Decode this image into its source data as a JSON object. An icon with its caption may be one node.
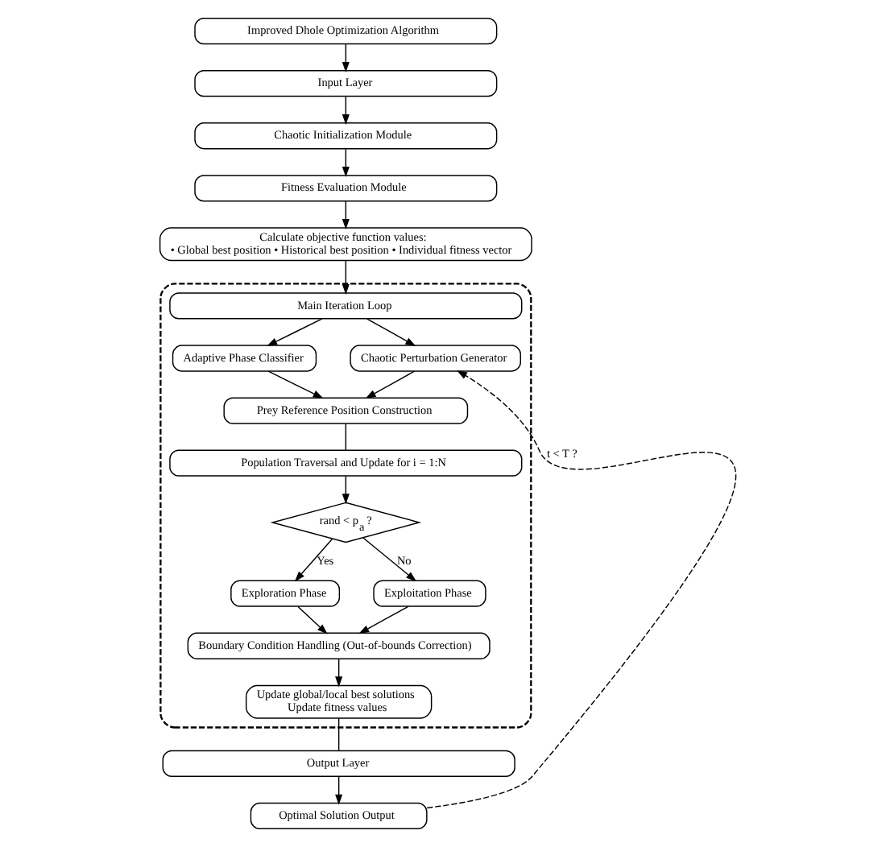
{
  "diagram": {
    "nodes": [
      {
        "text": [
          "Improved Dhole Optimization Algorithm"
        ]
      },
      {
        "text": [
          "Input Layer"
        ]
      },
      {
        "text": [
          "Chaotic Initialization Module"
        ]
      },
      {
        "text": [
          "Fitness Evaluation Module"
        ]
      },
      {
        "text": [
          "Calculate objective function values:",
          "• Global best position • Historical best position • Individual fitness vector"
        ]
      },
      {
        "text": [],
        "shape": "box"
      },
      {
        "text": [
          "Main Iteration Loop"
        ],
        "in": 5
      },
      {
        "text": [
          "Adaptive Phase Classifier"
        ],
        "in": 5
      },
      {
        "text": [
          "Chaotic Perturbation Generator"
        ],
        "in": 5
      },
      {
        "text": [
          "Prey Reference Position Construction"
        ],
        "in": 5
      },
      {
        "text": [
          "Population Traversal and Update for i = 1:N"
        ],
        "in": 5
      },
      {
        "text": [
          "rand < p$_{a}$ ?"
        ],
        "in": 5
      },
      {
        "text": [
          "Exploration Phase"
        ],
        "in": 5
      },
      {
        "text": [
          "Exploitation Phase"
        ],
        "in": 5
      },
      {
        "text": [
          "Boundary Condition Handling (Out-of-bounds Correction)"
        ],
        "in": 5
      },
      {
        "text": [
          "Update global/local best solutions",
          "Update fitness values"
        ],
        "in": 5
      },
      {
        "text": [
          "Output Layer"
        ]
      },
      {
        "text": [
          "Optimal Solution Output"
        ]
      }
    ],
    "edges": [
      {
        "from": 0,
        "to": 1,
        "arrow": "to"
      },
      {
        "from": 1,
        "to": 2,
        "arrow": "to"
      },
      {
        "from": 2,
        "to": 3,
        "arrow": "to"
      },
      {
        "from": 3,
        "to": 4,
        "arrow": "to"
      },
      {
        "from": 4,
        "to": 6,
        "arrow": "to"
      },
      {
        "from": 6,
        "to": 7,
        "arrow": "to"
      },
      {
        "from": 6,
        "to": 8,
        "arrow": "to"
      },
      {
        "from": 7,
        "to": 9,
        "arrow": "to"
      },
      {
        "from": 8,
        "to": 9,
        "arrow": "to"
      },
      {
        "from": 9,
        "to": 10,
        "arrow": "none"
      },
      {
        "from": 10,
        "to": 11,
        "arrow": "to"
      },
      {
        "from": 11,
        "to": 12,
        "arrow": "to",
        "label": "Yes"
      },
      {
        "from": 11,
        "to": 13,
        "arrow": "to",
        "label": "No"
      },
      {
        "from": 12,
        "to": 14,
        "arrow": "to"
      },
      {
        "from": 13,
        "to": 14,
        "arrow": "to"
      },
      {
        "from": 14,
        "to": 15,
        "arrow": "to"
      },
      {
        "from": 15,
        "to": 16,
        "arrow": "none"
      },
      {
        "from": 16,
        "to": 17,
        "arrow": "to"
      },
      {
        "from": 17,
        "to": 8,
        "arrow": "to",
        "style": "dashed",
        "label": "t < T ?"
      }
    ]
  }
}
